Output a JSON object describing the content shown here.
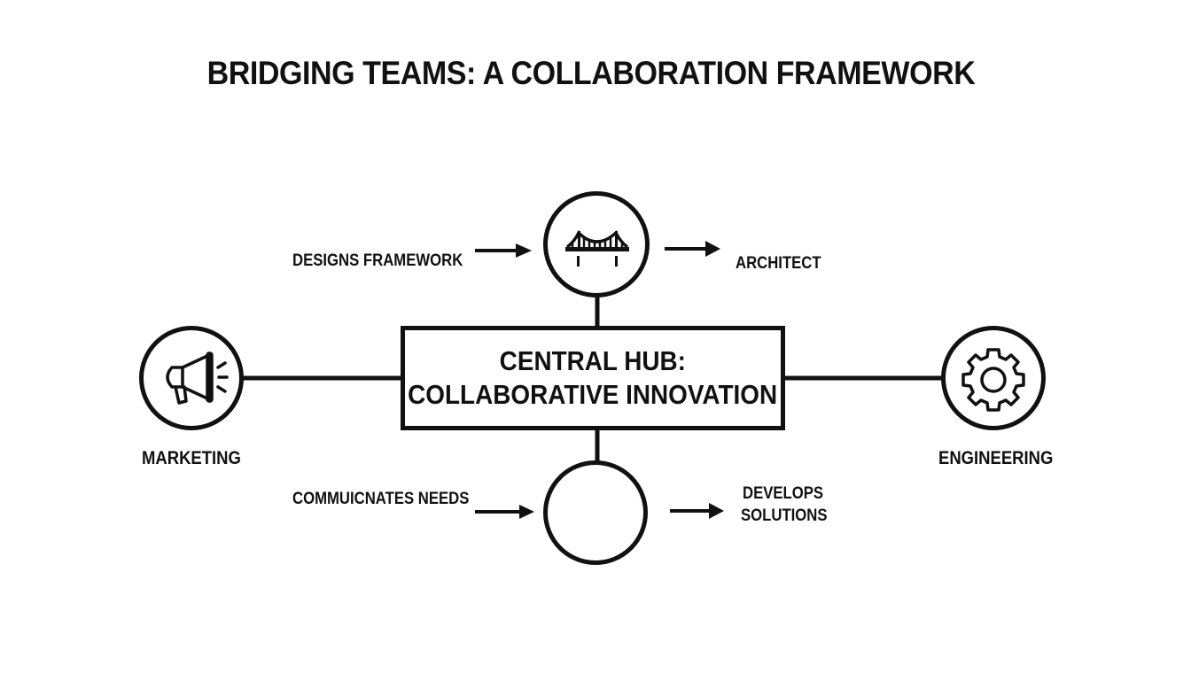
{
  "title": "BRIDGING TEAMS: A COLLABORATION FRAMEWORK",
  "hub": {
    "line1": "CENTRAL HUB:",
    "line2": "COLLABORATIVE INNOVATION"
  },
  "nodes": {
    "top": {
      "icon": "bridge-icon",
      "role": "ARCHITECT",
      "input_label": "DESIGNS FRAMEWORK"
    },
    "bottom": {
      "icon": "",
      "output_line1": "DEVELOPS",
      "output_line2": "SOLUTIONS",
      "input_label": "COMMUICNATES NEEDS"
    },
    "left": {
      "icon": "megaphone-icon",
      "label": "MARKETING"
    },
    "right": {
      "icon": "gear-icon",
      "label": "ENGINEERING"
    }
  },
  "colors": {
    "stroke": "#111111",
    "background": "#ffffff"
  }
}
